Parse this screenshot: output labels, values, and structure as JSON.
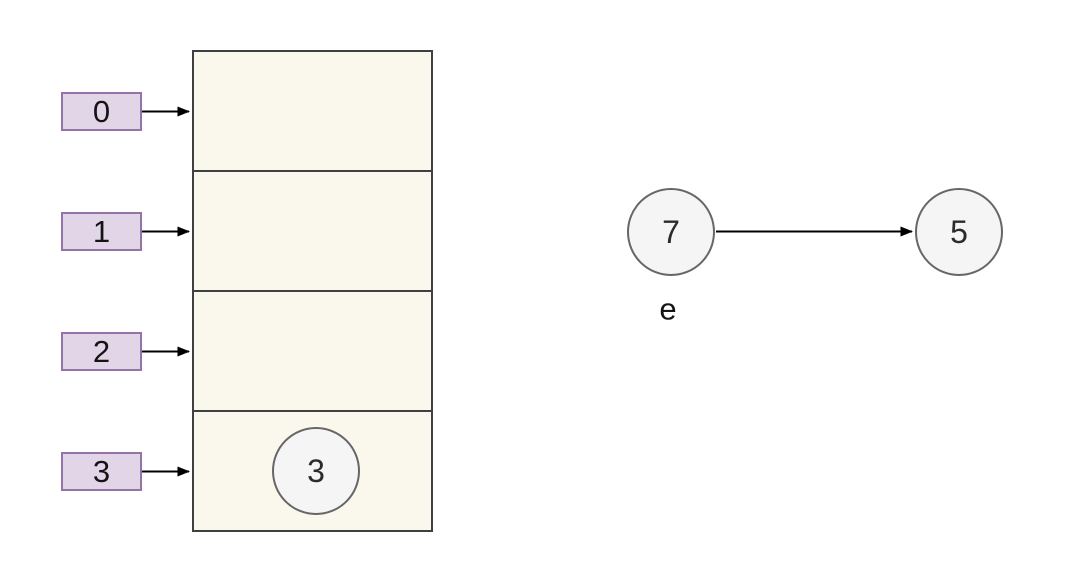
{
  "bucket_array": {
    "index_labels": [
      "0",
      "1",
      "2",
      "3"
    ],
    "row_count": 4,
    "occupied_row_index": 3,
    "occupied_row_value": "3"
  },
  "edge_pair": {
    "source_label": "7",
    "target_label": "5",
    "edge_label": "e"
  },
  "colors": {
    "index_box_fill": "#e1d5e7",
    "index_box_stroke": "#9673a6",
    "array_fill": "#faf7ec",
    "array_stroke": "#3e4042",
    "node_fill": "#f5f5f5",
    "node_stroke": "#666666",
    "arrow_stroke": "#000000",
    "text_color": "#141414",
    "background": "#ffffff"
  }
}
